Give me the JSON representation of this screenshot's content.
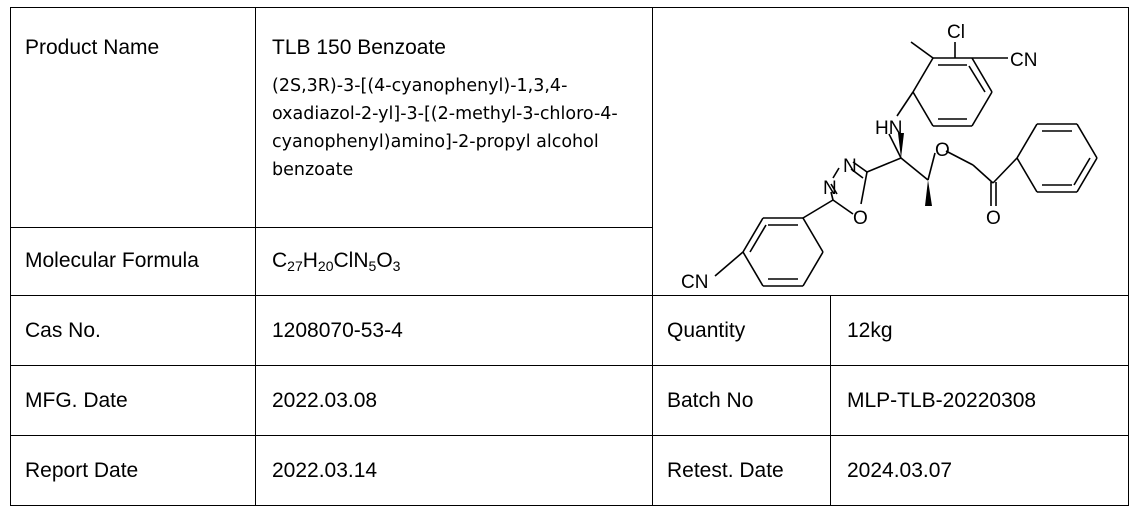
{
  "product": {
    "name_label": "Product Name",
    "name": "TLB 150 Benzoate",
    "iupac_name": "(2S,3R)-3-[(4-cyanophenyl)-1,3,4-oxadiazol-2-yl]-3-[(2-methyl-3-chloro-4-cyanophenyl)amino]-2-propyl alcohol benzoate"
  },
  "formula": {
    "label": "Molecular Formula",
    "parts": {
      "c": "C",
      "c_n": "27",
      "h": "H",
      "h_n": "20",
      "cl": "Cl",
      "n": "N",
      "n_n": "5",
      "o": "O",
      "o_n": "3"
    }
  },
  "structure": {
    "labels": {
      "cl": "Cl",
      "cn_top": "CN",
      "hn": "HN",
      "n1": "N",
      "n2": "N",
      "o_ring": "O",
      "o_ester": "O",
      "o_carbonyl": "O",
      "cn_bottom": "CN"
    }
  },
  "rows": [
    {
      "label": "Cas No.",
      "value": "1208070-53-4",
      "label2": "Quantity",
      "value2": "12kg"
    },
    {
      "label": "MFG. Date",
      "value": "2022.03.08",
      "label2": "Batch No",
      "value2": "MLP-TLB-20220308"
    },
    {
      "label": "Report Date",
      "value": "2022.03.14",
      "label2": "Retest. Date",
      "value2": "2024.03.07"
    }
  ]
}
